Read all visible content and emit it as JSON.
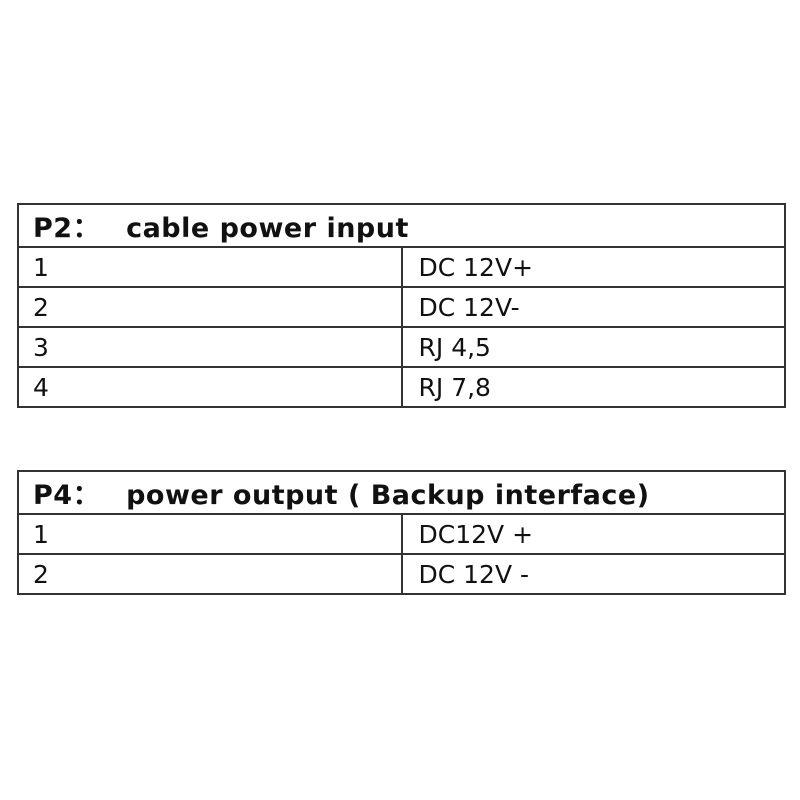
{
  "page": {
    "background": "#ffffff",
    "border_color": "#333333",
    "text_color": "#111111"
  },
  "tables": [
    {
      "id": "p2",
      "header": {
        "code": "P2：",
        "title": "cable power input"
      },
      "rows": [
        {
          "pin": "1",
          "desc": "DC 12V+"
        },
        {
          "pin": "2",
          "desc": "DC 12V-"
        },
        {
          "pin": "3",
          "desc": "RJ 4,5"
        },
        {
          "pin": "4",
          "desc": "RJ 7,8"
        }
      ]
    },
    {
      "id": "p4",
      "header": {
        "code": "P4：",
        "title": "power output ( Backup interface)"
      },
      "rows": [
        {
          "pin": "1",
          "desc": "DC12V +"
        },
        {
          "pin": "2",
          "desc": "DC 12V -"
        }
      ]
    }
  ]
}
